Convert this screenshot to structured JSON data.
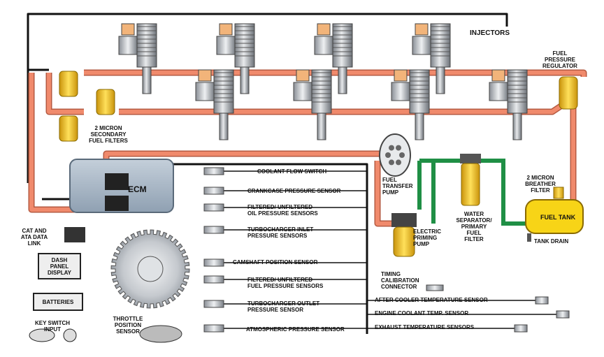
{
  "diagram": {
    "components": {
      "injectors": "INJECTORS",
      "fuel_pressure_regulator": "FUEL\nPRESSURE\nREGULATOR",
      "secondary_filters": "2 MICRON\nSECONDARY\nFUEL FILTERS",
      "ecm": "ECM",
      "fuel_transfer_pump": "FUEL\nTRANSFER\nPUMP",
      "electric_priming_pump": "ELECTRIC\nPRIMING\nPUMP",
      "water_separator": "WATER\nSEPARATOR/\nPRIMARY\nFUEL\nFILTER",
      "breather_filter": "2 MICRON\nBREATHER\nFILTER",
      "fuel_tank": "FUEL TANK",
      "tank_drain": "TANK DRAIN",
      "cat_data_link": "CAT AND\nATA DATA\nLINK",
      "dash_panel_display": "DASH\nPANEL\nDISPLAY",
      "batteries": "BATTERIES",
      "key_switch_input": "KEY SWITCH\nINPUT",
      "throttle_position_sensor": "THROTTLE\nPOSITION\nSENSOR",
      "timing_calibration_connector": "TIMING\nCALIBRATION\nCONNECTOR"
    },
    "sensors": [
      "COOLANT FLOW SWITCH",
      "CRANKCASE PRESSURE SENSOR",
      "FILTERED/ UNFILTERED\nOIL PRESSURE SENSORS",
      "TURBOCHARGER INLET\nPRESSURE SENSORS",
      "CAMSHAFT POSITION SENSOR",
      "FILTERED/ UNFILTERED\nFUEL PRESSURE SENSORS",
      "TURBOCHARGER OUTLET\nPRESSURE SENSOR",
      "ATMOSPHERIC PRESSURE SENSOR"
    ],
    "right_sensors": [
      "AFTER COOLER TEMPERATURE SENSOR",
      "ENGINE COOLANT TEMP. SENSOR",
      "EXHAUST TEMPERATURE SENSORS"
    ],
    "colors": {
      "fuel_supply": "#f08a6c",
      "fuel_return_green": "#1f8f45",
      "wire": "#111111",
      "filter_yellow": "#f2c318",
      "tank_yellow": "#f7d417",
      "ecm_blue": "#aab8c8"
    }
  }
}
